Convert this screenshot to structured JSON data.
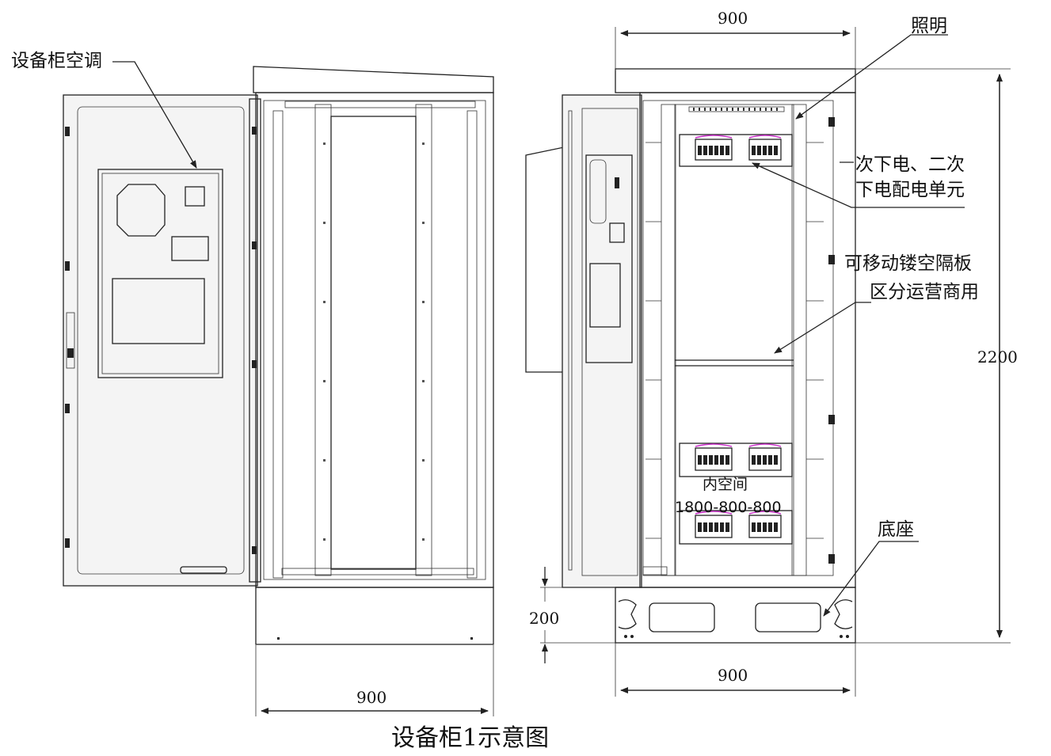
{
  "labels": {
    "ac": "设备柜空调",
    "lighting": "照明",
    "power_line1": "次下电、二次",
    "power_line2": "下电配电单元",
    "partition_line1": "可移动镂空隔板",
    "partition_line2": "区分运营商用",
    "inner_space": "内空间",
    "inner_dims": "1800-800-800",
    "base": "底座"
  },
  "dimensions": {
    "width_top": "900",
    "height_total": "2200",
    "base_height": "200",
    "width_bottom_right": "900",
    "width_bottom_left": "900"
  },
  "caption": "设备柜1示意图",
  "colors": {
    "line": "#222222",
    "magenta": "#cc33cc",
    "fill": "#f4f4f4"
  }
}
